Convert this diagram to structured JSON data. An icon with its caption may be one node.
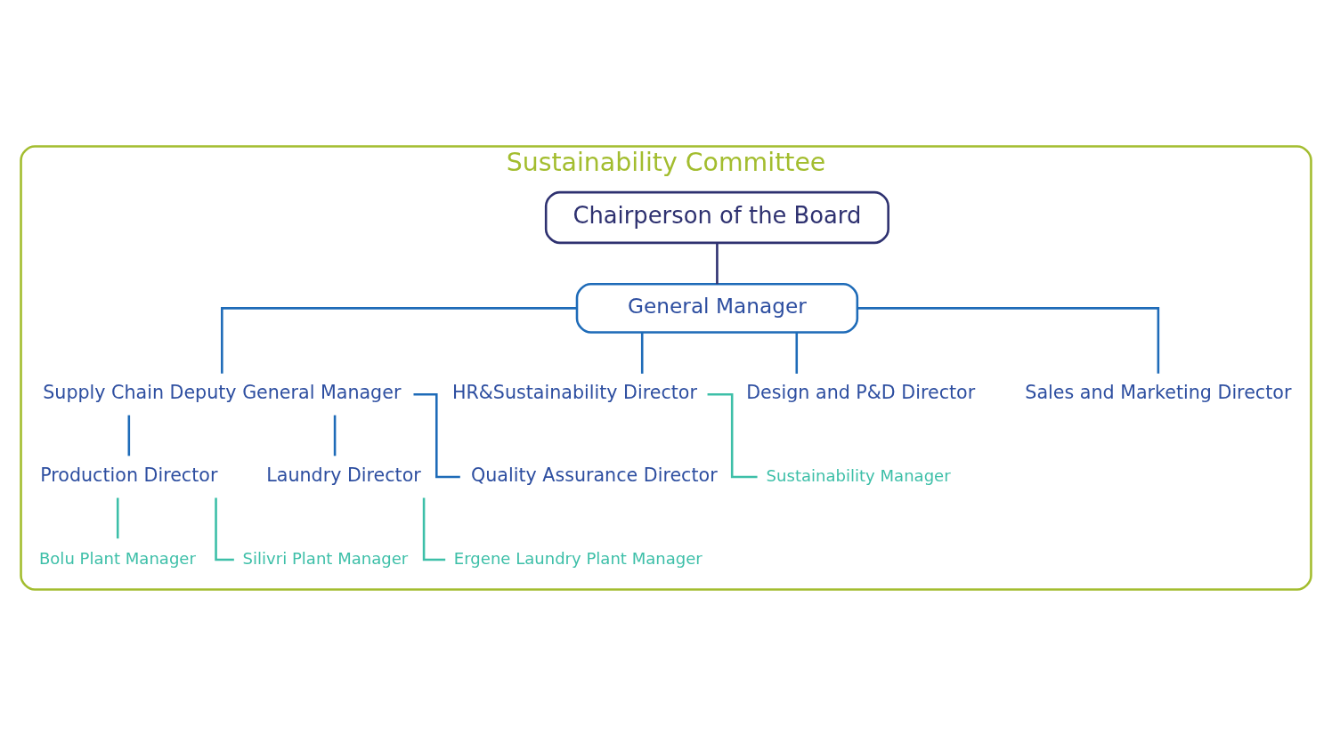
{
  "diagram": {
    "nodes": [
      {
        "text": [
          "Sustainability Committee"
        ]
      },
      {
        "text": [
          "Chairperson of the Board"
        ],
        "in": 0
      },
      {
        "text": [
          "General Manager"
        ],
        "in": 0
      },
      {
        "text": [
          "Supply Chain Deputy General Manager"
        ],
        "in": 0
      },
      {
        "text": [
          "HR&Sustainability Director"
        ],
        "in": 0
      },
      {
        "text": [
          "Production Director"
        ],
        "in": 0
      },
      {
        "text": [
          "Laundry Director"
        ],
        "in": 0
      },
      {
        "text": [
          "Quality Assurance Director"
        ],
        "in": 0
      },
      {
        "text": [
          "Design and P&D Director"
        ],
        "in": 0
      },
      {
        "text": [
          "Sales and Marketing Director"
        ],
        "in": 0
      },
      {
        "text": [
          "Sustainability Manager"
        ],
        "in": 0
      },
      {
        "text": [
          "Bolu Plant Manager"
        ],
        "in": 0
      },
      {
        "text": [
          "Silivri Plant Manager"
        ],
        "in": 0
      },
      {
        "text": [
          "Ergene Laundry Plant Manager"
        ],
        "in": 0
      }
    ],
    "edges": [
      {
        "from": 1,
        "to": 2,
        "arrow": "none",
        "color": "#2e3170"
      },
      {
        "from": 2,
        "to": 4,
        "arrow": "none"
      },
      {
        "from": 2,
        "to": 3,
        "arrow": "none"
      },
      {
        "from": 2,
        "to": 8,
        "arrow": "none"
      },
      {
        "from": 2,
        "to": 9,
        "arrow": "none"
      },
      {
        "from": 3,
        "to": 5,
        "arrow": "none"
      },
      {
        "from": 3,
        "to": 6,
        "arrow": "none"
      },
      {
        "from": 3,
        "to": 7,
        "arrow": "none"
      },
      {
        "from": 4,
        "to": 10,
        "arrow": "none",
        "color": "#3dbfa8"
      },
      {
        "from": 5,
        "to": 11,
        "arrow": "none",
        "color": "#3dbfa8"
      },
      {
        "from": 5,
        "to": 12,
        "arrow": "none",
        "color": "#3dbfa8"
      },
      {
        "from": 6,
        "to": 13,
        "arrow": "none",
        "color": "#3dbfa8"
      }
    ]
  }
}
